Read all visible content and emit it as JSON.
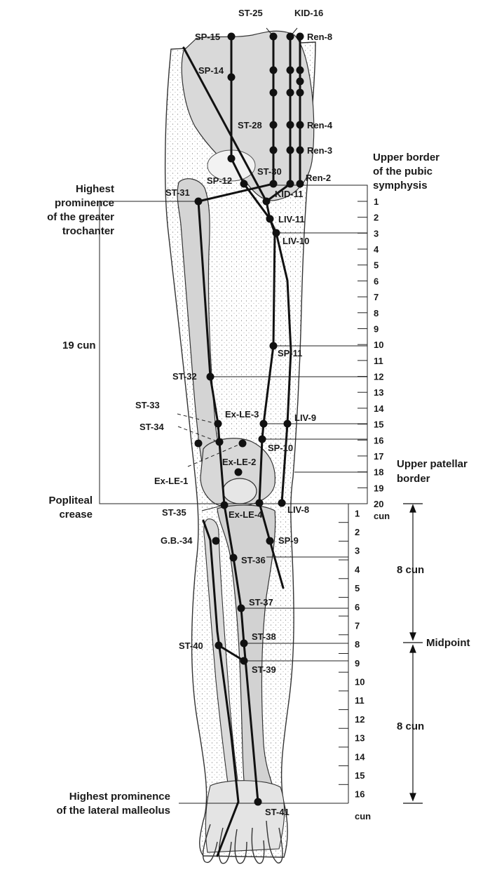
{
  "landmarks": {
    "greater_trochanter": [
      "Highest",
      "prominence",
      "of the greater",
      "trochanter"
    ],
    "pubic_symphysis": [
      "Upper border",
      "of the pubic",
      "symphysis"
    ],
    "popliteal_crease": [
      "Popliteal",
      "crease"
    ],
    "patellar_border": [
      "Upper patellar",
      "border"
    ],
    "lateral_malleolus": [
      "Highest prominence",
      "of the lateral malleolus"
    ]
  },
  "measures": {
    "thigh_length": "19 cun",
    "upper_leg_half": "8 cun",
    "lower_leg_half": "8 cun",
    "midpoint": "Midpoint",
    "cun_unit": "cun"
  },
  "scales": {
    "thigh_ticks": [
      "1",
      "2",
      "3",
      "4",
      "5",
      "6",
      "7",
      "8",
      "9",
      "10",
      "11",
      "12",
      "13",
      "14",
      "15",
      "16",
      "17",
      "18",
      "19",
      "20"
    ],
    "leg_ticks": [
      "1",
      "2",
      "3",
      "4",
      "5",
      "6",
      "7",
      "8",
      "9",
      "10",
      "11",
      "12",
      "13",
      "14",
      "15",
      "16"
    ]
  },
  "points": {
    "st25": "ST-25",
    "kid16": "KID-16",
    "sp15": "SP-15",
    "ren8": "Ren-8",
    "sp14": "SP-14",
    "st28": "ST-28",
    "ren4": "Ren-4",
    "ren3": "Ren-3",
    "st30": "ST-30",
    "sp12": "SP-12",
    "ren2": "Ren-2",
    "st31": "ST-31",
    "kid11": "KID-11",
    "liv11": "LIV-11",
    "liv10": "LIV-10",
    "sp11": "SP-11",
    "st32": "ST-32",
    "st33": "ST-33",
    "st34": "ST-34",
    "exle3": "Ex-LE-3",
    "liv9": "LIV-9",
    "sp10": "SP-10",
    "exle2": "Ex-LE-2",
    "exle1": "Ex-LE-1",
    "st35": "ST-35",
    "exle4": "Ex-LE-4",
    "liv8": "LIV-8",
    "gb34": "G.B.-34",
    "sp9": "SP-9",
    "st36": "ST-36",
    "st37": "ST-37",
    "st38": "ST-38",
    "st40": "ST-40",
    "st39": "ST-39",
    "st41": "ST-41"
  }
}
